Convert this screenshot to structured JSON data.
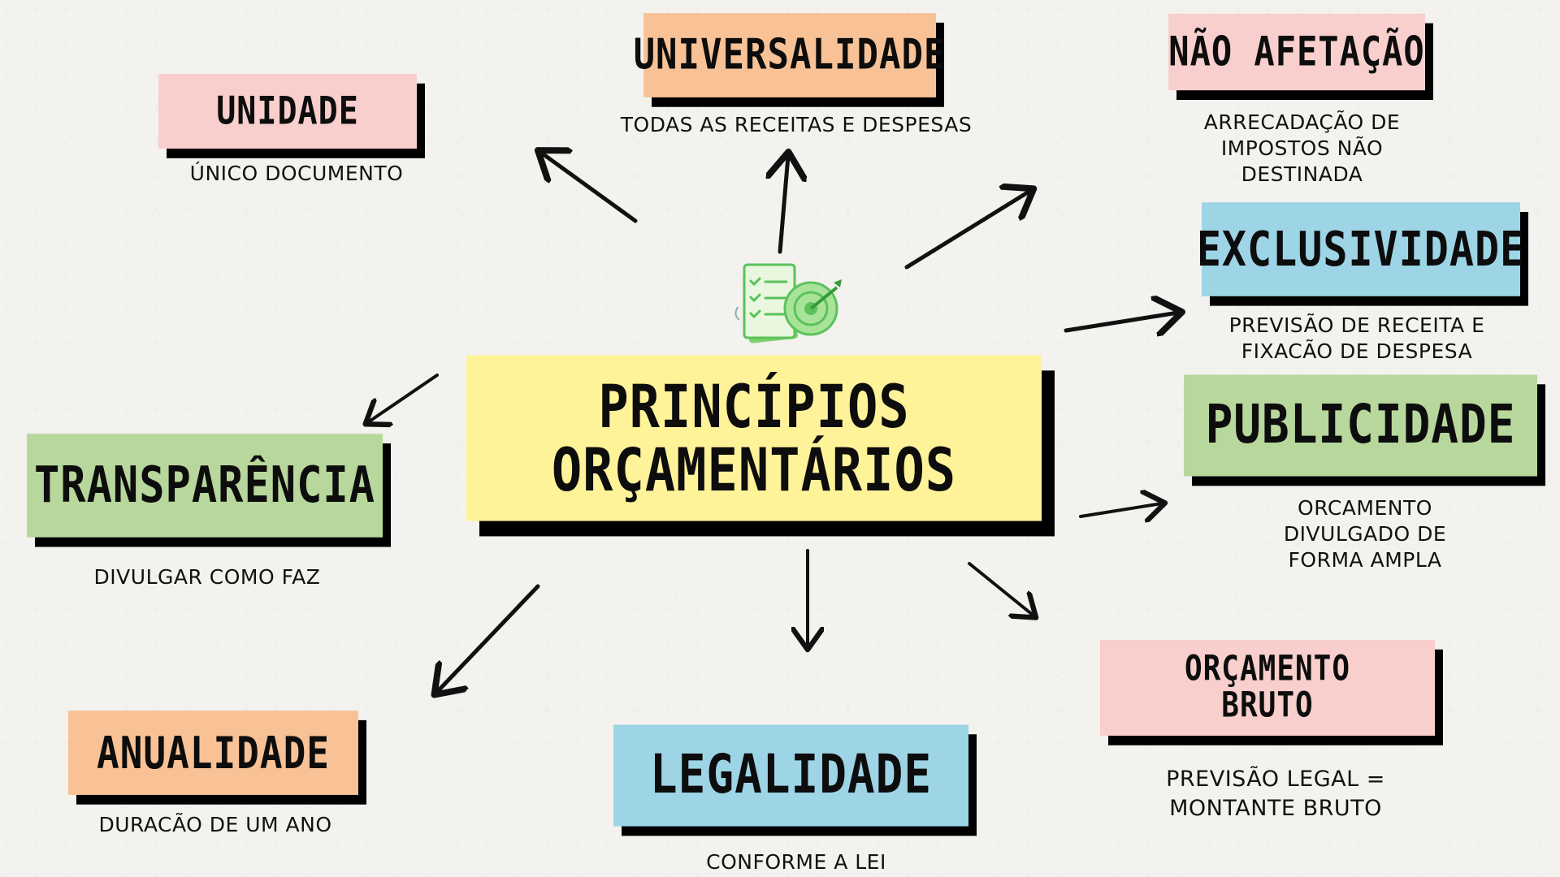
{
  "center": {
    "line1": "PRINCÍPIOS",
    "line2": "ORÇAMENTÁRIOS"
  },
  "principles": {
    "unidade": {
      "title": "UNIDADE",
      "desc": "ÚNICO DOCUMENTO"
    },
    "universalidade": {
      "title": "UNIVERSALIDADE",
      "desc": "TODAS AS RECEITAS E DESPESAS"
    },
    "nao_afetacao": {
      "title": "NÃO AFETAÇÃO",
      "desc": "ARRECADAÇÃO DE\nIMPOSTOS NÃO\nDESTINADA"
    },
    "exclusividade": {
      "title": "EXCLUSIVIDADE",
      "desc": "PREVISÃO DE RECEITA E\nFIXACÃO DE DESPESA"
    },
    "publicidade": {
      "title": "PUBLICIDADE",
      "desc": "ORCAMENTO\nDIVULGADO DE\nFORMA AMPLA"
    },
    "orcamento_bruto": {
      "title_line1": "ORÇAMENTO",
      "title_line2": "BRUTO",
      "desc": "PREVISÃO LEGAL =\nMONTANTE BRUTO"
    },
    "legalidade": {
      "title": "LEGALIDADE",
      "desc": "CONFORME A LEI"
    },
    "anualidade": {
      "title": "ANUALIDADE",
      "desc": "DURACÃO DE UM ANO"
    },
    "transparencia": {
      "title": "TRANSPARÊNCIA",
      "desc": "DIVULGAR COMO FAZ"
    }
  },
  "colors": {
    "pink": "#f8cfcd",
    "orange": "#f8c296",
    "blue": "#9dd4e6",
    "green": "#b7d79c",
    "yellow": "#fff39a"
  },
  "icon": "checklist-target-icon"
}
